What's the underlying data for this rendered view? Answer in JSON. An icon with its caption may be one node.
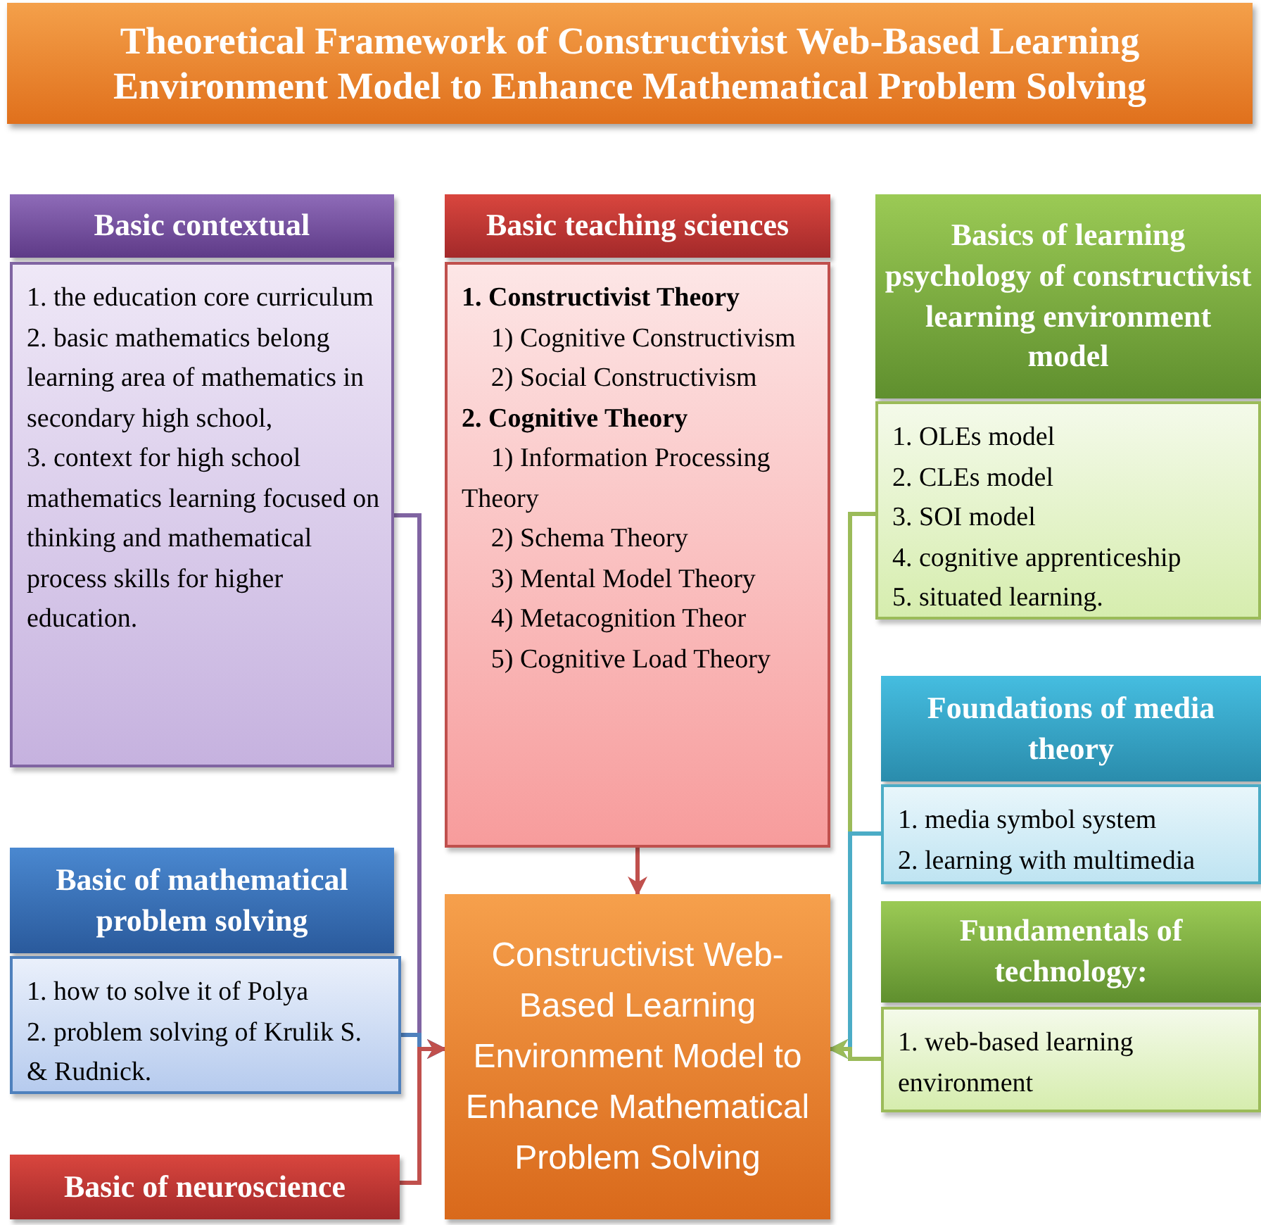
{
  "diagram": {
    "title": "Theoretical Framework of Constructivist Web-Based Learning Environment Model to Enhance Mathematical Problem Solving",
    "nodes": [
      {
        "text": [
          "Basic contextual"
        ]
      },
      {
        "text": [
          "1. the education core curriculum",
          "2. basic mathematics belong learning area of mathematics in secondary high school,",
          "3. context for high school mathematics learning focused on thinking and mathematical process skills for higher education."
        ]
      },
      {
        "text": [
          "Basic teaching sciences"
        ]
      },
      {
        "text": [
          "1. Constructivist Theory",
          "1) Cognitive Constructivism",
          "2) Social Constructivism",
          "2. Cognitive Theory",
          "1) Information Processing Theory",
          "2) Schema Theory",
          "3) Mental Model Theory",
          "4) Metacognition Theor",
          "5) Cognitive Load Theory"
        ]
      },
      {
        "text": [
          "Basics of learning psychology of constructivist learning environment model"
        ]
      },
      {
        "text": [
          "1. OLEs model",
          "2. CLEs model",
          "3. SOI model",
          "4. cognitive apprenticeship",
          "5. situated learning."
        ]
      },
      {
        "text": [
          "Basic of mathematical problem solving"
        ]
      },
      {
        "text": [
          "1. how to solve it of Polya",
          "2. problem solving of Krulik S. & Rudnick."
        ]
      },
      {
        "text": [
          "Foundations of media theory"
        ]
      },
      {
        "text": [
          "1. media symbol system",
          "2. learning with multimedia"
        ]
      },
      {
        "text": [
          "Basic of neuroscience"
        ]
      },
      {
        "text": [
          "Constructivist Web-Based Learning Environment Model to Enhance Mathematical Problem Solving"
        ]
      },
      {
        "text": [
          "Fundamentals of technology:"
        ]
      },
      {
        "text": [
          "1. web-based learning environment"
        ]
      }
    ],
    "edges": [
      {
        "from": 1,
        "to": 11,
        "arrow": "to",
        "color": "#8064a2"
      },
      {
        "from": 3,
        "to": 11,
        "arrow": "to",
        "color": "#c0504d"
      },
      {
        "from": 5,
        "to": 11,
        "arrow": "to",
        "color": "#9bbb59"
      },
      {
        "from": 7,
        "to": 11,
        "arrow": "to",
        "color": "#4f81bd"
      },
      {
        "from": 9,
        "to": 11,
        "arrow": "to",
        "color": "#4bacc6"
      },
      {
        "from": 10,
        "to": 11,
        "arrow": "to",
        "color": "#c0504d"
      },
      {
        "from": 13,
        "to": 11,
        "arrow": "to",
        "color": "#9bbb59"
      }
    ]
  }
}
